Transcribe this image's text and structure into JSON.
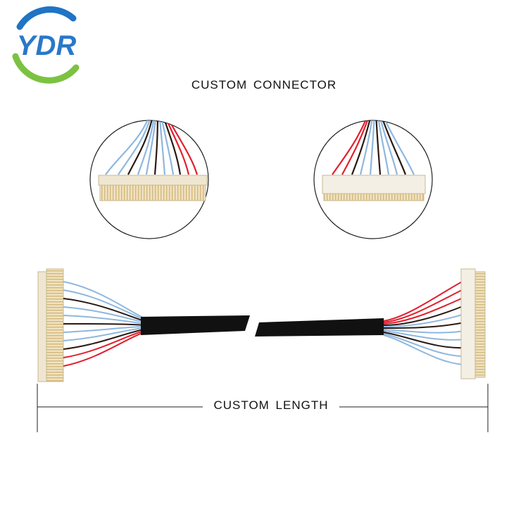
{
  "logo": {
    "text": "YDR",
    "colors": {
      "ring_blue": "#1f74c4",
      "ring_green": "#7cc242",
      "letters": "#2a78c8"
    }
  },
  "heading": "CUSTOM CONNECTOR",
  "length_label": "CUSTOM LENGTH",
  "colors": {
    "wire_blue": "#8fb7de",
    "wire_red": "#e0202e",
    "wire_black": "#2a1a14",
    "connector": "#efe6d2",
    "jacket": "#111111"
  }
}
